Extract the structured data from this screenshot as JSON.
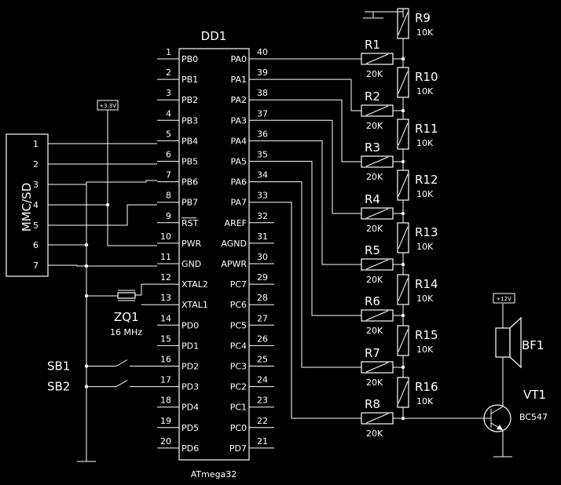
{
  "mcu": {
    "ref": "DD1",
    "model": "ATmega32",
    "left_pins": [
      {
        "num": "1",
        "name": "PB0"
      },
      {
        "num": "2",
        "name": "PB1"
      },
      {
        "num": "3",
        "name": "PB2"
      },
      {
        "num": "4",
        "name": "PB3"
      },
      {
        "num": "5",
        "name": "PB4"
      },
      {
        "num": "6",
        "name": "PB5"
      },
      {
        "num": "7",
        "name": "PB6"
      },
      {
        "num": "8",
        "name": "PB7"
      },
      {
        "num": "9",
        "name": "RST"
      },
      {
        "num": "10",
        "name": "PWR"
      },
      {
        "num": "11",
        "name": "GND"
      },
      {
        "num": "12",
        "name": "XTAL2"
      },
      {
        "num": "13",
        "name": "XTAL1"
      },
      {
        "num": "14",
        "name": "PD0"
      },
      {
        "num": "15",
        "name": "PD1"
      },
      {
        "num": "16",
        "name": "PD2"
      },
      {
        "num": "17",
        "name": "PD3"
      },
      {
        "num": "18",
        "name": "PD4"
      },
      {
        "num": "19",
        "name": "PD5"
      },
      {
        "num": "20",
        "name": "PD6"
      }
    ],
    "right_pins": [
      {
        "num": "40",
        "name": "PA0"
      },
      {
        "num": "39",
        "name": "PA1"
      },
      {
        "num": "38",
        "name": "PA2"
      },
      {
        "num": "37",
        "name": "PA3"
      },
      {
        "num": "36",
        "name": "PA4"
      },
      {
        "num": "35",
        "name": "PA5"
      },
      {
        "num": "34",
        "name": "PA6"
      },
      {
        "num": "33",
        "name": "PA7"
      },
      {
        "num": "32",
        "name": "AREF"
      },
      {
        "num": "31",
        "name": "AGND"
      },
      {
        "num": "30",
        "name": "APWR"
      },
      {
        "num": "29",
        "name": "PC7"
      },
      {
        "num": "28",
        "name": "PC6"
      },
      {
        "num": "27",
        "name": "PC5"
      },
      {
        "num": "26",
        "name": "PC4"
      },
      {
        "num": "25",
        "name": "PC3"
      },
      {
        "num": "24",
        "name": "PC2"
      },
      {
        "num": "23",
        "name": "PC1"
      },
      {
        "num": "22",
        "name": "PC0"
      },
      {
        "num": "21",
        "name": "PD7"
      }
    ]
  },
  "card": {
    "label": "MMC/SD",
    "pins": [
      "1",
      "2",
      "3",
      "4",
      "5",
      "6",
      "7"
    ]
  },
  "supply_3v3": "+3.3V",
  "supply_12v": "+12V",
  "crystal": {
    "ref": "ZQ1",
    "value": "16 MHz"
  },
  "switches": [
    "SB1",
    "SB2"
  ],
  "series_resistors": [
    {
      "ref": "R1",
      "value": "20K"
    },
    {
      "ref": "R2",
      "value": "20K"
    },
    {
      "ref": "R3",
      "value": "20K"
    },
    {
      "ref": "R4",
      "value": "20K"
    },
    {
      "ref": "R5",
      "value": "20K"
    },
    {
      "ref": "R6",
      "value": "20K"
    },
    {
      "ref": "R7",
      "value": "20K"
    },
    {
      "ref": "R8",
      "value": "20K"
    }
  ],
  "ladder_resistors": [
    {
      "ref": "R9",
      "value": "10K"
    },
    {
      "ref": "R10",
      "value": "10K"
    },
    {
      "ref": "R11",
      "value": "10K"
    },
    {
      "ref": "R12",
      "value": "10K"
    },
    {
      "ref": "R13",
      "value": "10K"
    },
    {
      "ref": "R14",
      "value": "10K"
    },
    {
      "ref": "R15",
      "value": "10K"
    },
    {
      "ref": "R16",
      "value": "10K"
    }
  ],
  "buzzer": {
    "ref": "BF1"
  },
  "transistor": {
    "ref": "VT1",
    "model": "BC547"
  }
}
